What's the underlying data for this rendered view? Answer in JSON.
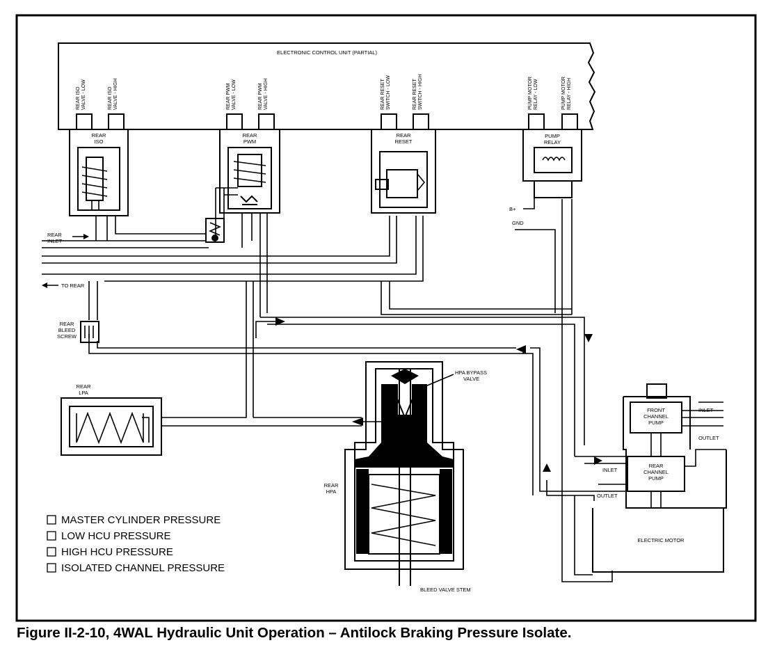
{
  "ecu": {
    "title": "ELECTRONIC CONTROL UNIT (PARTIAL)",
    "pins": [
      {
        "line1": "REAR ISO",
        "line2": "VALVE - LOW"
      },
      {
        "line1": "REAR ISO",
        "line2": "VALVE - HIGH"
      },
      {
        "line1": "REAR PWM",
        "line2": "VALVE - LOW"
      },
      {
        "line1": "REAR PWM",
        "line2": "VALVE - HIGH"
      },
      {
        "line1": "REAR RESET",
        "line2": "SWITCH - LOW"
      },
      {
        "line1": "REAR RESET",
        "line2": "SWITCH - HIGH"
      },
      {
        "line1": "PUMP MOTOR",
        "line2": "RELAY - LOW"
      },
      {
        "line1": "PUMP MOTOR",
        "line2": "RELAY - HIGH"
      }
    ]
  },
  "components": {
    "rear_iso": {
      "line1": "REAR",
      "line2": "ISO"
    },
    "rear_pwm": {
      "line1": "REAR",
      "line2": "PWM"
    },
    "rear_reset": {
      "line1": "REAR",
      "line2": "RESET"
    },
    "pump_relay": {
      "line1": "PUMP",
      "line2": "RELAY"
    },
    "rear_lpa": {
      "line1": "REAR",
      "line2": "LPA"
    },
    "rear_hpa": {
      "line1": "REAR",
      "line2": "HPA"
    },
    "front_channel_pump": {
      "line1": "FRONT",
      "line2": "CHANNEL",
      "line3": "PUMP"
    },
    "rear_channel_pump": {
      "line1": "REAR",
      "line2": "CHANNEL",
      "line3": "PUMP"
    },
    "electric_motor": "ELECTRIC MOTOR"
  },
  "labels": {
    "rear_inlet": {
      "line1": "REAR",
      "line2": "INLET"
    },
    "to_rear": "TO REAR",
    "rear_bleed_screw": {
      "line1": "REAR",
      "line2": "BLEED",
      "line3": "SCREW"
    },
    "hpa_bypass_valve": {
      "line1": "HPA BYPASS",
      "line2": "VALVE"
    },
    "bleed_valve_stem": "BLEED VALVE STEM",
    "b_plus": "B+",
    "gnd": "GND",
    "front_inlet": "INLET",
    "front_outlet": "OUTLET",
    "rear_pump_inlet": "INLET",
    "rear_pump_outlet": "OUTLET"
  },
  "legend": [
    "MASTER CYLINDER PRESSURE",
    "LOW HCU PRESSURE",
    "HIGH HCU PRESSURE",
    "ISOLATED CHANNEL PRESSURE"
  ],
  "caption": "Figure II-2-10, 4WAL Hydraulic Unit Operation – Antilock Braking Pressure Isolate."
}
